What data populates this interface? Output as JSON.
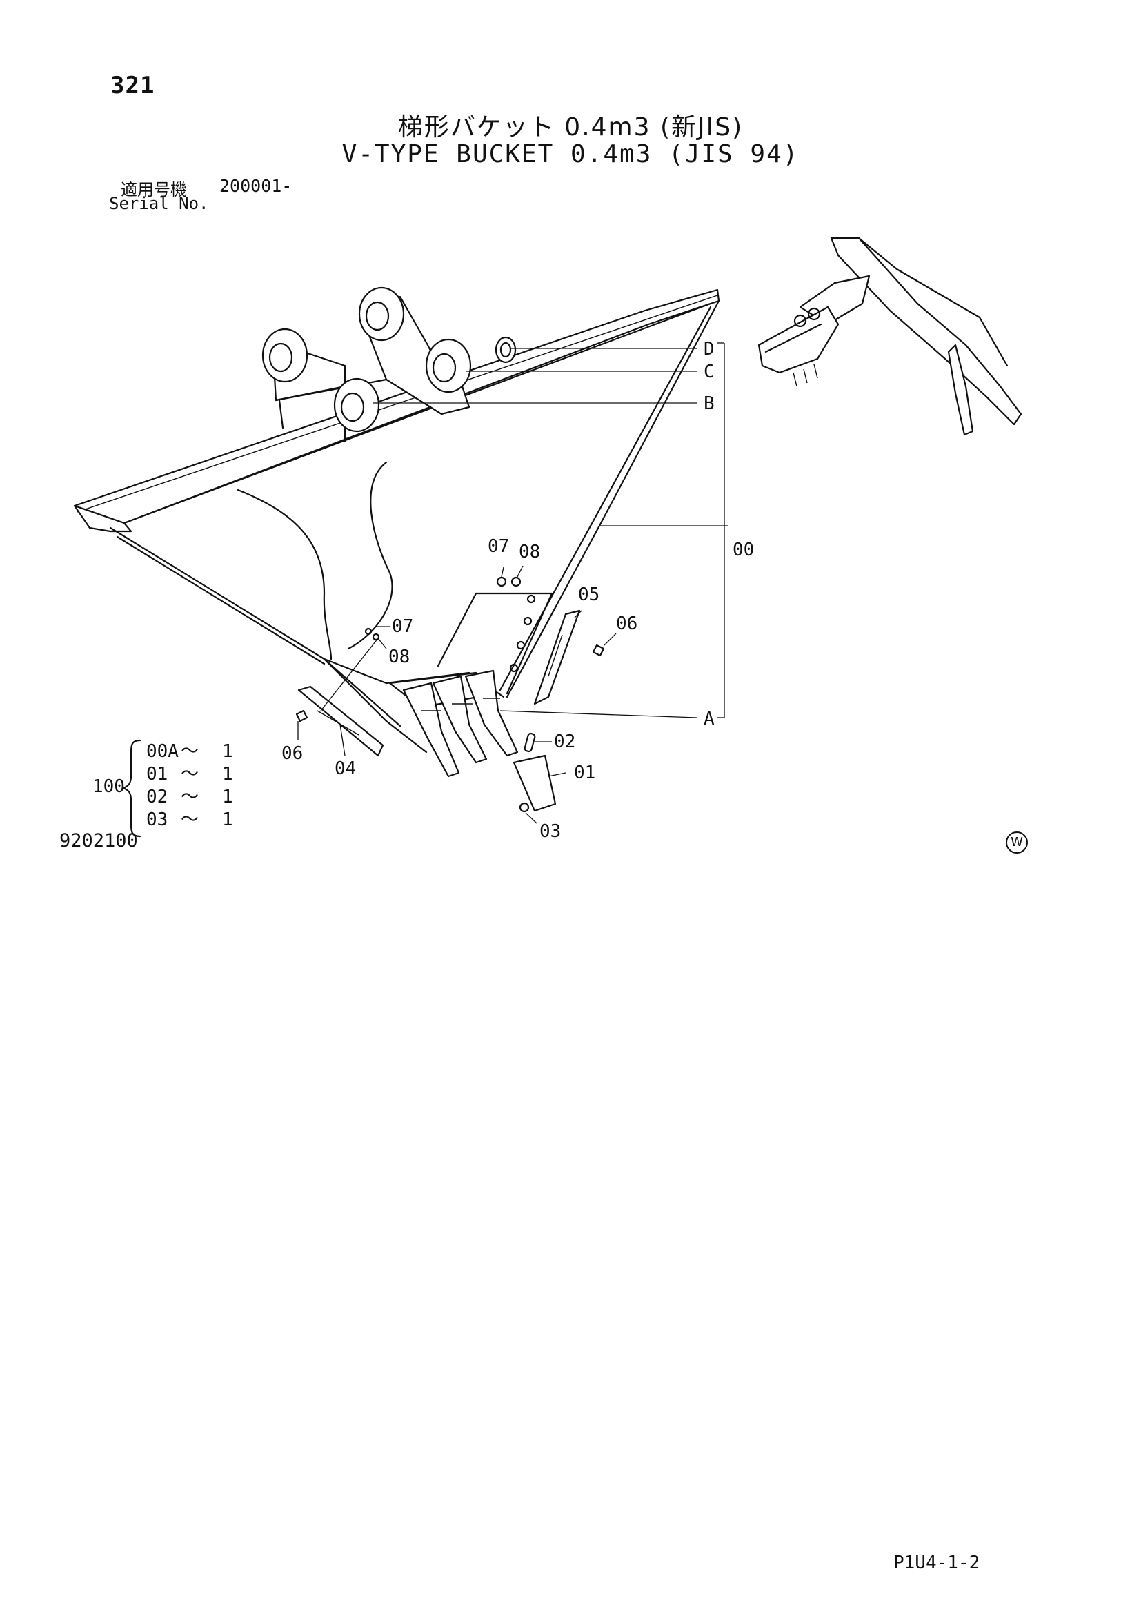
{
  "header": {
    "page_number": "321",
    "title_jp": "梯形バケット 0.4m3 (新JIS)",
    "title_en": "V-TYPE BUCKET 0.4m3 (JIS 94)",
    "serial_label_jp": "適用号機",
    "serial_value": "200001-",
    "serial_label_en": "Serial No."
  },
  "callouts": {
    "d": "D",
    "c": "C",
    "b": "B",
    "a": "A",
    "p00": "00",
    "p07_top": "07",
    "p08_top": "08",
    "p05": "05",
    "p06_right": "06",
    "p07_left": "07",
    "p08_left": "08",
    "p02": "02",
    "p01": "01",
    "p03": "03",
    "p06_left": "06",
    "p04": "04"
  },
  "kit": {
    "label": "100",
    "rows": [
      {
        "part": "00A",
        "sep": "～",
        "qty": "1"
      },
      {
        "part": "01",
        "sep": "～",
        "qty": "1"
      },
      {
        "part": "02",
        "sep": "～",
        "qty": "1"
      },
      {
        "part": "03",
        "sep": "～",
        "qty": "1"
      }
    ]
  },
  "footer": {
    "drawing_number": "9202100",
    "watermark": "W",
    "page_code": "P1U4-1-2"
  }
}
